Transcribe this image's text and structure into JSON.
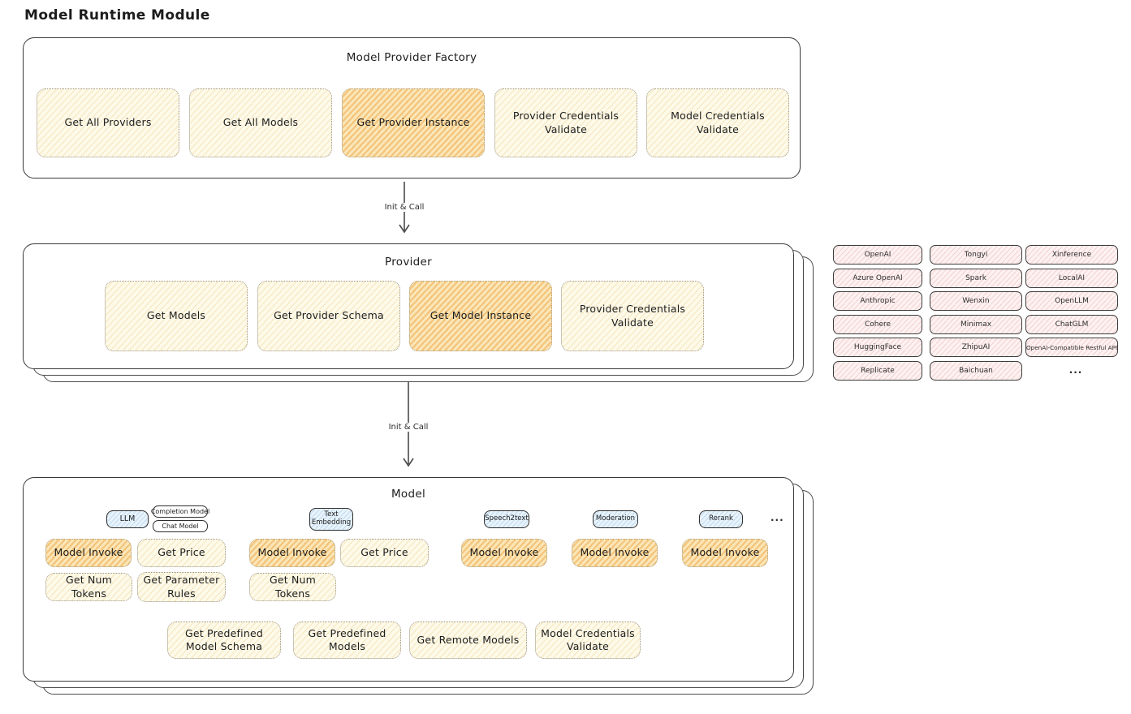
{
  "page_title": "Model Runtime Module",
  "arrow1_label": "Init & Call",
  "arrow2_label": "Init & Call",
  "factory": {
    "title": "Model Provider Factory",
    "buttons": [
      {
        "label": "Get All Providers",
        "highlighted": false
      },
      {
        "label": "Get All Models",
        "highlighted": false
      },
      {
        "label": "Get Provider Instance",
        "highlighted": true
      },
      {
        "label": "Provider Credentials Validate",
        "highlighted": false
      },
      {
        "label": "Model Credentials Validate",
        "highlighted": false
      }
    ]
  },
  "provider": {
    "title": "Provider",
    "buttons": [
      {
        "label": "Get Models",
        "highlighted": false
      },
      {
        "label": "Get Provider Schema",
        "highlighted": false
      },
      {
        "label": "Get Model Instance",
        "highlighted": true
      },
      {
        "label": "Provider Credentials Validate",
        "highlighted": false
      }
    ]
  },
  "providers_grid": {
    "col1": [
      "OpenAI",
      "Azure OpenAI",
      "Anthropic",
      "Cohere",
      "HuggingFace",
      "Replicate"
    ],
    "col2": [
      "Tongyi",
      "Spark",
      "Wenxin",
      "Minimax",
      "ZhipuAI",
      "Baichuan"
    ],
    "col3": [
      "Xinference",
      "LocalAI",
      "OpenLLM",
      "ChatGLM",
      "OpenAI-Compatible Restful API"
    ],
    "more": "..."
  },
  "model": {
    "title": "Model",
    "tabs": {
      "llm": "LLM",
      "completion_model": "Completion Model",
      "chat_model": "Chat Model",
      "text_embedding": "Text Embedding",
      "speech2text": "Speech2text",
      "moderation": "Moderation",
      "rerank": "Rerank",
      "more": "..."
    },
    "llm_buttons": [
      "Model Invoke",
      "Get Price",
      "Get Num Tokens",
      "Get Parameter Rules"
    ],
    "embedding_buttons": [
      "Model Invoke",
      "Get Price",
      "Get Num Tokens"
    ],
    "speech2text_buttons": [
      "Model Invoke"
    ],
    "moderation_buttons": [
      "Model Invoke"
    ],
    "rerank_buttons": [
      "Model Invoke"
    ],
    "common_buttons": [
      "Get Predefined Model Schema",
      "Get Predefined Models",
      "Get Remote Models",
      "Model Credentials Validate"
    ]
  },
  "colors": {
    "highlight_orange": "#f0b55c",
    "cream": "#fdf6dd",
    "pink": "#fbe9e9",
    "blue": "#d9ecf9",
    "stroke": "#3a3a3a"
  }
}
